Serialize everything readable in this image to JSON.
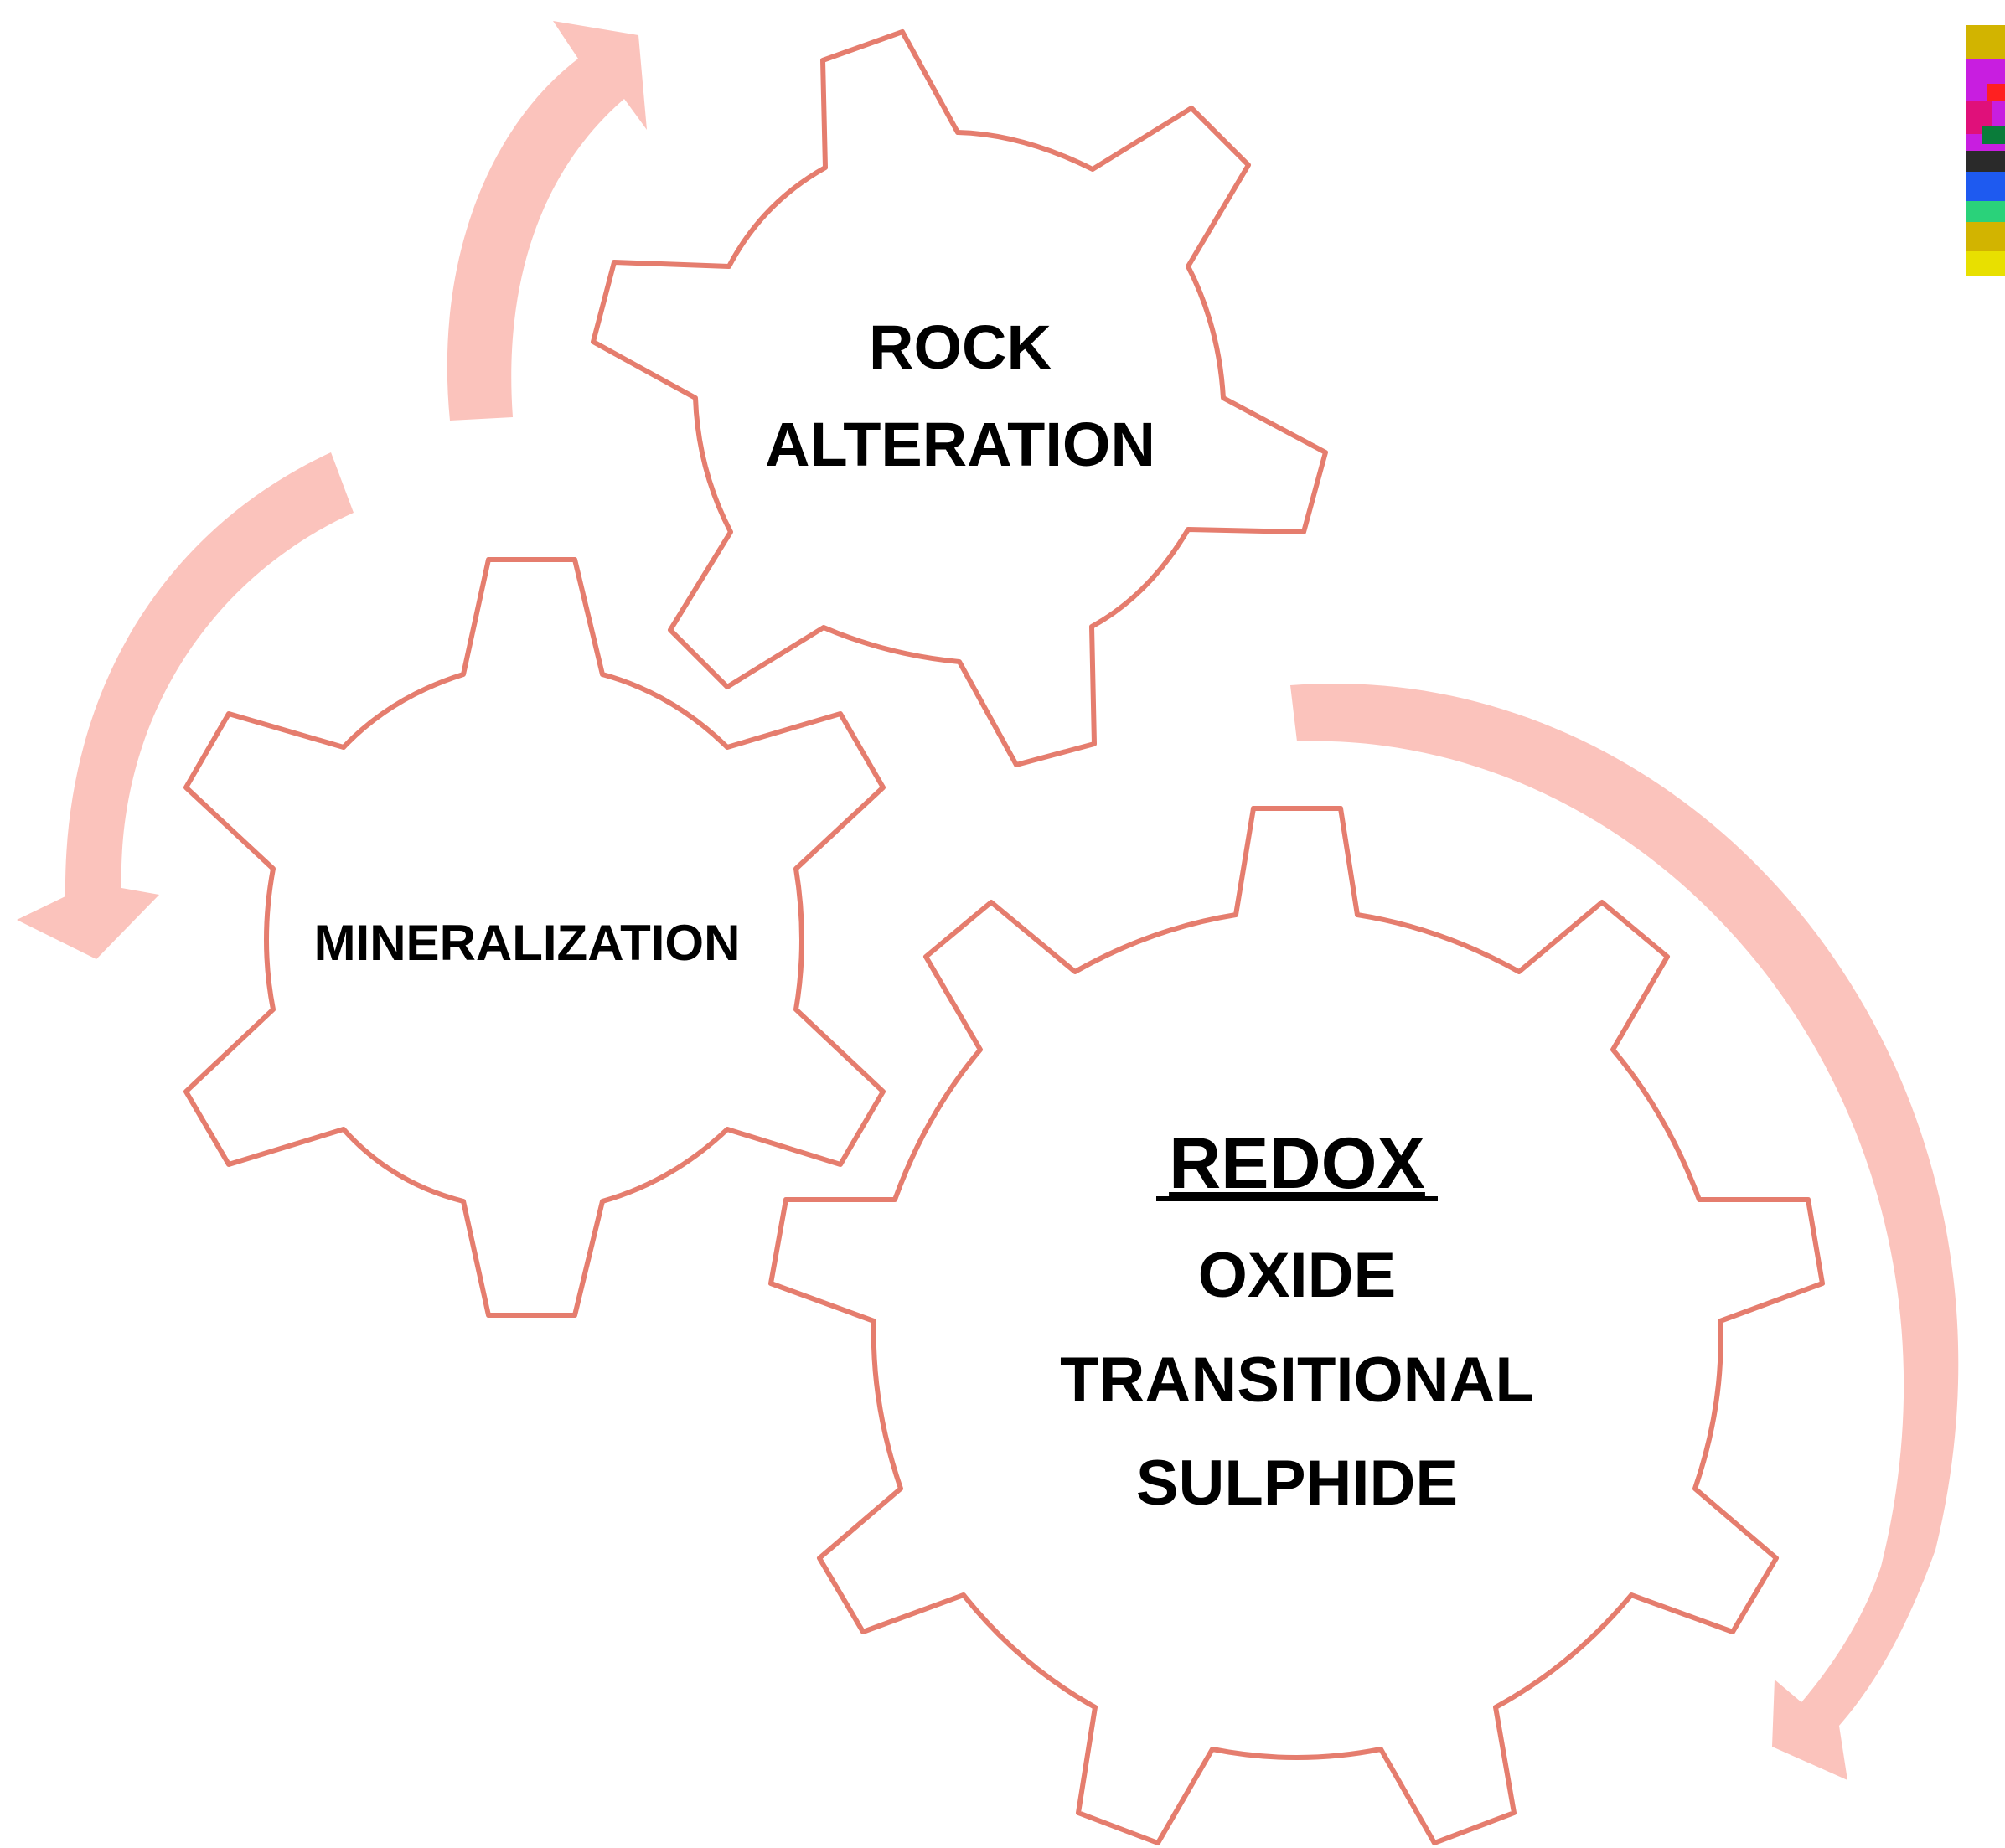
{
  "colors": {
    "gear_outline": "#E57D6E",
    "gear_fill": "#FFFFFF",
    "arrow_fill": "#FBC3BC",
    "text": "#000000"
  },
  "diagram": {
    "gears": {
      "rock_alteration": {
        "lines": [
          "ROCK",
          "ALTERATION"
        ]
      },
      "mineralization": {
        "lines": [
          "MINERALIZATION"
        ]
      },
      "redox": {
        "title": "REDOX",
        "lines": [
          "OXIDE",
          "TRANSITIONAL",
          "SULPHIDE"
        ]
      }
    },
    "arrows": [
      "arrow-up-curve-icon",
      "arrow-down-left-curve-icon",
      "arrow-down-right-curve-icon"
    ],
    "corner_image": "colorful-section-thumbnail"
  }
}
